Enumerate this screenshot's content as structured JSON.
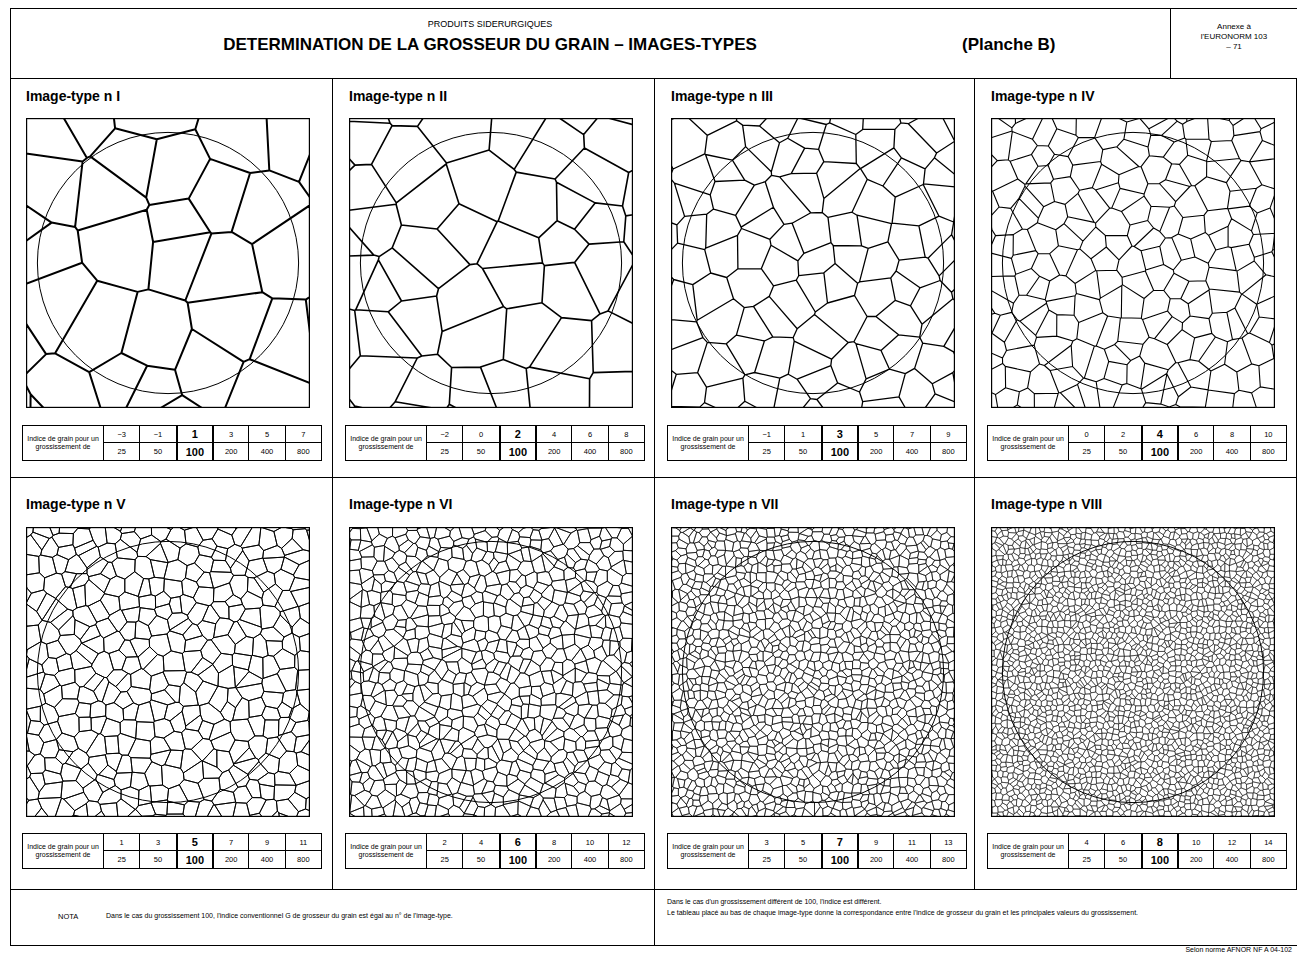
{
  "diagram": {
    "title": "DETERMINATION DE LA GROSSEUR DU GRAIN – IMAGES-TYPES",
    "nodes": [
      {
        "text": [
          "Annexe à l'EURONORM 103 – 71"
        ]
      },
      {
        "text": [
          "Image-type n I"
        ]
      },
      {
        "text": [
          "Indice de grain pour un grossissement de",
          "−3",
          "−1",
          "1",
          "3",
          "5",
          "7",
          "25",
          "50",
          "100",
          "200",
          "400",
          "800"
        ],
        "in": 1
      },
      {
        "text": [
          "Image-type n II"
        ]
      },
      {
        "text": [
          "Indice de grain pour un grossissement de",
          "−2",
          "0",
          "2",
          "4",
          "6",
          "8",
          "25",
          "50",
          "100",
          "200",
          "400",
          "800"
        ],
        "in": 3
      },
      {
        "text": [
          "Image-type n III"
        ]
      },
      {
        "text": [
          "Indice de grain pour un grossissement de",
          "−1",
          "1",
          "3",
          "5",
          "7",
          "9",
          "25",
          "50",
          "100",
          "200",
          "400",
          "800"
        ],
        "in": 5
      },
      {
        "text": [
          "Image-type n IV"
        ]
      },
      {
        "text": [
          "Indice de grain pour un grossissement de",
          "0",
          "2",
          "4",
          "6",
          "8",
          "10",
          "25",
          "50",
          "100",
          "200",
          "400",
          "800"
        ],
        "in": 7
      },
      {
        "text": [
          "Image-type n V"
        ]
      },
      {
        "text": [
          "Indice de grain pour un grossissement de",
          "1",
          "3",
          "5",
          "7",
          "9",
          "11",
          "25",
          "50",
          "100",
          "200",
          "400",
          "800"
        ],
        "in": 9
      },
      {
        "text": [
          "Image-type n VI"
        ]
      },
      {
        "text": [
          "Indice de grain pour un grossissement de",
          "2",
          "4",
          "6",
          "8",
          "10",
          "12",
          "25",
          "50",
          "100",
          "200",
          "400",
          "800"
        ],
        "in": 11
      },
      {
        "text": [
          "Image-type n VII"
        ]
      },
      {
        "text": [
          "Indice de grain pour un grossissement de",
          "3",
          "5",
          "7",
          "9",
          "11",
          "13",
          "25",
          "50",
          "100",
          "200",
          "400",
          "800"
        ],
        "in": 13
      },
      {
        "text": [
          "Image-type n VIII"
        ]
      },
      {
        "text": [
          "Indice de grain pour un grossissement de",
          "4",
          "6",
          "8",
          "10",
          "12",
          "14",
          "25",
          "50",
          "100",
          "200",
          "400",
          "800"
        ],
        "in": 15
      },
      {
        "text": [
          "NOTA",
          "Dans le cas du grossissement 100, l'indice conventionnel G de grosseur du grain est égal au n° de l'image-type."
        ]
      },
      {
        "text": [
          "Dans le cas d'un grossissement différent de 100, l'indice est différent.",
          "Le tableau placé au bas de chaque image-type donne la correspondance entre l'indice de grosseur du grain et les principales valeurs du grossissement."
        ]
      }
    ],
    "labels": [
      "PRODUITS SIDERURGIQUES",
      "(Planche B)",
      "Selon norme AFNOR NF A 04-102"
    ]
  }
}
